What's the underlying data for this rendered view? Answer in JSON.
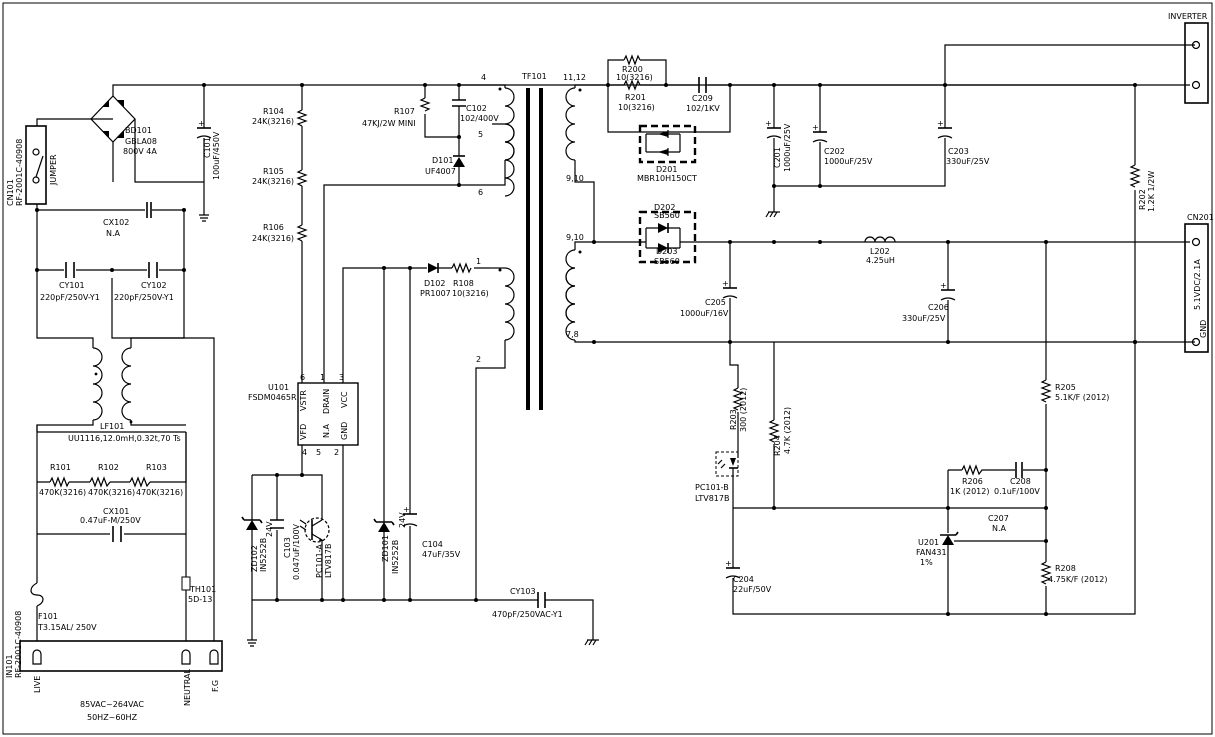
{
  "labels": {
    "inverter": "INVERTER",
    "cn201": "CN201",
    "tf101": "TF101",
    "bd101": "BD101",
    "bd101_part": "GBLA08",
    "bd101_rating": "800V 4A",
    "c101": "C101",
    "c101_val": "100uF/450V",
    "cn101": "CN101",
    "cn101_part": "RF-2001C-40908",
    "jumper": "JUMPER",
    "cx102": "CX102",
    "cx102_val": "N.A",
    "cy101": "CY101",
    "cy101_val": "220pF/250V-Y1",
    "cy102": "CY102",
    "cy102_val": "220pF/250V-Y1",
    "lf101": "LF101",
    "lf101_val": "UU1116,12.0mH,0.32t,70 Ts",
    "r101": "R101",
    "r101_val": "470K(3216)",
    "r102": "R102",
    "r102_val": "470K(3216)",
    "r103": "R103",
    "r103_val": "470K(3216)",
    "cx101": "CX101",
    "cx101_val": "0.47uF-M/250V",
    "f101": "F101",
    "f101_val": "T3.15AL/ 250V",
    "th101": "TH101",
    "th101_val": "5D-13",
    "in101": "IN101",
    "in101_part": "RF-2001C-40908",
    "live": "LIVE",
    "neutral": "NEUTRAL",
    "fg": "F.G",
    "input_v": "85VAC~264VAC",
    "input_hz": "50HZ~60HZ",
    "r104": "R104",
    "r104_val": "24K(3216)",
    "r105": "R105",
    "r105_val": "24K(3216)",
    "r106": "R106",
    "r106_val": "24K(3216)",
    "r107": "R107",
    "r107_val": "47KJ/2W MINI",
    "c102": "C102",
    "c102_val": "102/400V",
    "d101": "D101",
    "d101_part": "UF4007",
    "d102": "D102",
    "d102_part": "PR1007",
    "r108": "R108",
    "r108_val": "10(3216)",
    "u101": "U101",
    "u101_part": "FSDM0465R",
    "pin_vstr": "VSTR",
    "pin_drain": "DRAIN",
    "pin_vcc": "VCC",
    "pin_vfd": "VFD",
    "pin_na": "N.A",
    "pin_gnd": "GND",
    "pn6": "6",
    "pn1": "1",
    "pn3": "3",
    "pn4": "4",
    "pn5": "5",
    "pn2": "2",
    "zd102": "ZD102",
    "zd102_part": "IN5252B",
    "zd102_v": "24V",
    "c103": "C103",
    "c103_val": "0.047uF/100V",
    "pc101a": "PC101-A",
    "pc101a_part": "LTV817B",
    "zd101": "ZD101",
    "zd101_part": "IN5252B",
    "zd101_v": "24V",
    "c104": "C104",
    "c104_val": "47uF/35V",
    "cy103": "CY103",
    "cy103_val": "470pF/250VAC-Y1",
    "tp4": "4",
    "tp5": "5",
    "tp6": "6",
    "tp1": "1",
    "tp2": "2",
    "ts1112": "11,12",
    "ts910a": "9,10",
    "ts910b": "9,10",
    "ts78": "7,8",
    "r200": "R200",
    "r200_val": "10(3216)",
    "r201": "R201",
    "r201_val": "10(3216)",
    "c209": "C209",
    "c209_val": "102/1KV",
    "d201": "D201",
    "d201_part": "MBR10H150CT",
    "c201": "C201",
    "c201_val": "1000uF/25V",
    "c202": "C202",
    "c202_val": "1000uF/25V",
    "c203": "C203",
    "c203_val": "330uF/25V",
    "r202": "R202",
    "r202_val": "1.2K 1/2W",
    "d202": "D202",
    "d202_part": "SB560",
    "d203": "D203",
    "d203_part": "SB560",
    "l202": "L202",
    "l202_val": "4.25uH",
    "c205": "C205",
    "c205_val": "1000uF/16V",
    "c206": "C206",
    "c206_val": "330uF/25V",
    "out_label": "5.1VDC/2.1A",
    "out_gnd": "GND",
    "r203": "R203",
    "r203_val": "300 (2012)",
    "r204": "R204",
    "r204_val": "4.7K (2012)",
    "pc101b": "PC101-B",
    "pc101b_part": "LTV817B",
    "r205": "R205",
    "r205_val": "5.1K/F (2012)",
    "r206": "R206",
    "r206_val": "1K (2012)",
    "c208": "C208",
    "c208_val": "0.1uF/100V",
    "c207": "C207",
    "c207_val": "N.A",
    "u201": "U201",
    "u201_part": "FAN431",
    "u201_tol": "1%",
    "c204": "C204",
    "c204_val": "22uF/50V",
    "r208": "R208",
    "r208_val": "4.75K/F (2012)"
  }
}
